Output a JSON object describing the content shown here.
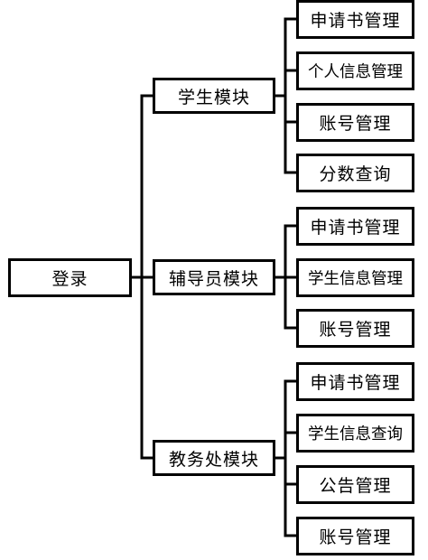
{
  "diagram": {
    "root": {
      "label": "登录"
    },
    "modules": [
      {
        "label": "学生模块",
        "children": [
          "申请书管理",
          "个人信息管理",
          "账号管理",
          "分数查询"
        ]
      },
      {
        "label": "辅导员模块",
        "children": [
          "申请书管理",
          "学生信息管理",
          "账号管理"
        ]
      },
      {
        "label": "教务处模块",
        "children": [
          "申请书管理",
          "学生信息查询",
          "公告管理",
          "账号管理"
        ]
      }
    ]
  }
}
